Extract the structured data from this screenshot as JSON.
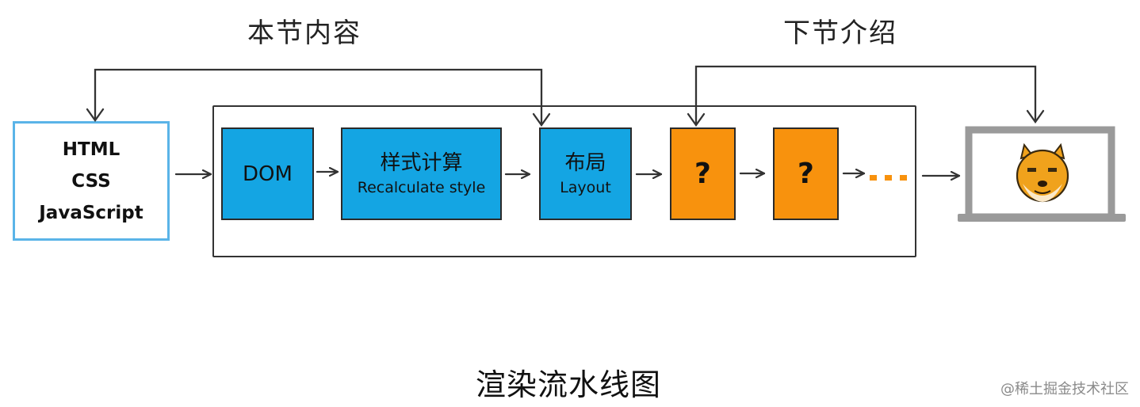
{
  "headings": {
    "this_section": "本节内容",
    "next_section": "下节介绍"
  },
  "input": {
    "lines": [
      "HTML",
      "CSS",
      "JavaScript"
    ]
  },
  "stages": [
    {
      "title": "DOM",
      "subtitle": ""
    },
    {
      "title": "样式计算",
      "subtitle": "Recalculate style"
    },
    {
      "title": "布局",
      "subtitle": "Layout"
    },
    {
      "title": "?",
      "subtitle": ""
    },
    {
      "title": "?",
      "subtitle": ""
    }
  ],
  "colors": {
    "stage_blue": "#14a5e3",
    "stage_orange": "#f8920d",
    "input_border": "#5ab4e8",
    "laptop_gray": "#9a9a9a"
  },
  "output_icon": "laptop-with-doge-icon",
  "caption": "渲染流水线图",
  "watermark": "@稀土掘金技术社区"
}
